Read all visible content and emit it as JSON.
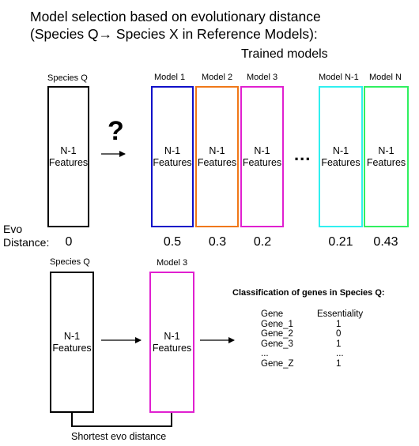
{
  "title_line1": "Model selection based on evolutionary distance",
  "title_line2": "(Species Q→ Species X in Reference Models):",
  "trained_models": "Trained models",
  "species_q_label": "Species Q",
  "box_text_line1": "N-1",
  "box_text_line2": "Features",
  "question_mark": "?",
  "ellipsis": "...",
  "models": [
    {
      "label": "Model 1",
      "color": "#1010c8",
      "distance": "0.5"
    },
    {
      "label": "Model 2",
      "color": "#f07818",
      "distance": "0.3"
    },
    {
      "label": "Model 3",
      "color": "#e020d0",
      "distance": "0.2"
    },
    {
      "label": "Model N-1",
      "color": "#30f0f0",
      "distance": "0.21"
    },
    {
      "label": "Model N",
      "color": "#30f060",
      "distance": "0.43"
    }
  ],
  "species_q_distance": "0",
  "evo_label_line1": "Evo",
  "evo_label_line2": "Distance:",
  "bottom": {
    "species_q_label": "Species Q",
    "model_label": "Model 3",
    "model_color": "#e020d0",
    "shortest_label": "Shortest evo distance"
  },
  "classification": {
    "title": "Classification of genes in Species Q:",
    "headers": [
      "Gene",
      "Essentiality"
    ],
    "rows": [
      [
        "Gene_1",
        "1"
      ],
      [
        "Gene_2",
        "0"
      ],
      [
        "Gene_3",
        "1"
      ],
      [
        "...",
        "..."
      ],
      [
        "Gene_Z",
        "1"
      ]
    ]
  }
}
